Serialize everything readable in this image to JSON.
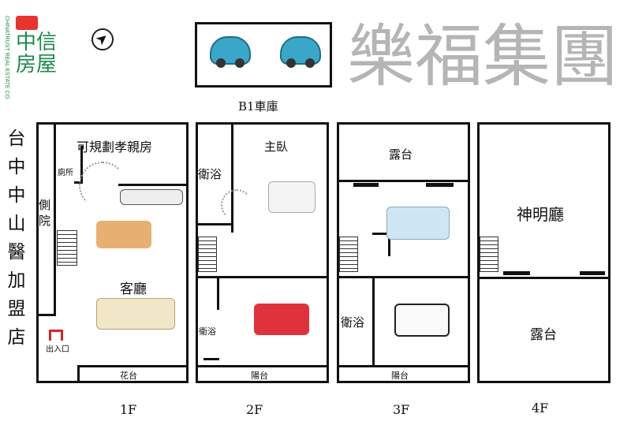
{
  "logo": {
    "name": "中信房屋",
    "english": "CHINATRUST REAL ESTATE CO.",
    "color": "#1a8a4a",
    "badge_color": "#e8342f"
  },
  "store_name": "台中中山醫加盟店",
  "watermark": "樂福集團",
  "garage": {
    "label": "B1車庫"
  },
  "floors": {
    "f1": {
      "label": "1F",
      "rooms": {
        "elder": "可規劃孝親房",
        "toilet": "廁所",
        "side_yard": "側院",
        "living": "客廳",
        "planter": "花台",
        "entrance": "出入口"
      }
    },
    "f2": {
      "label": "2F",
      "rooms": {
        "bath": "衛浴",
        "master": "主臥",
        "bath2": "衛浴",
        "balcony": "陽台"
      }
    },
    "f3": {
      "label": "3F",
      "rooms": {
        "terrace": "露台",
        "bath": "衛浴",
        "balcony": "陽台"
      }
    },
    "f4": {
      "label": "4F",
      "rooms": {
        "shrine": "神明廳",
        "terrace": "露台"
      }
    }
  }
}
